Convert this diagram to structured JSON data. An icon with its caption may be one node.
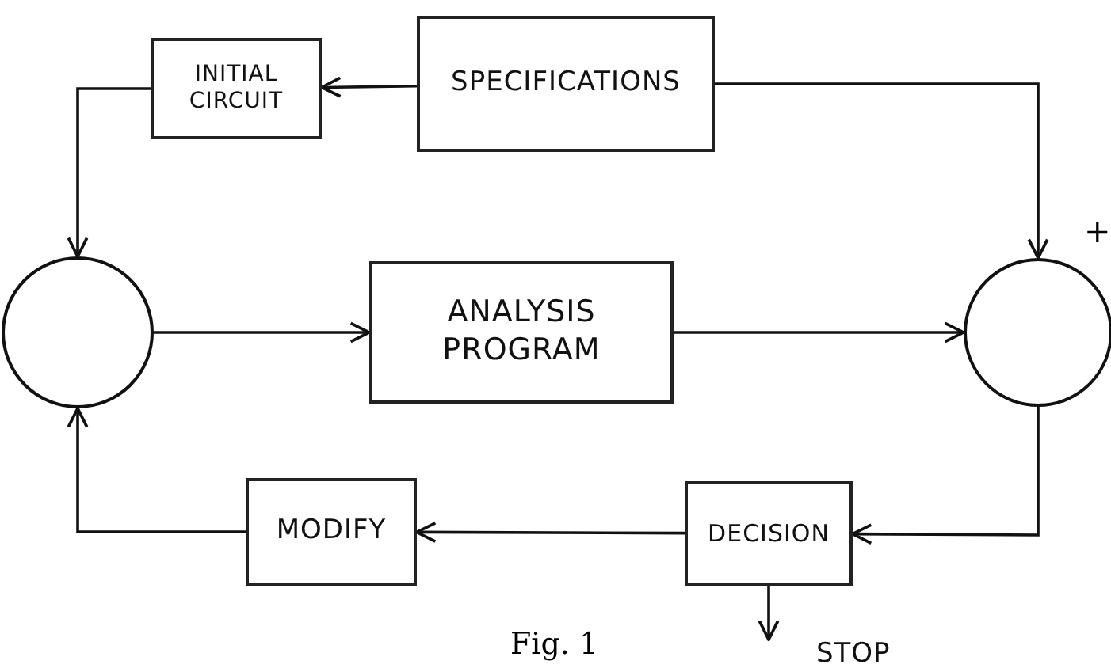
{
  "diagram": {
    "caption": "Fig. 1",
    "nodes": [
      {
        "text": [
          "INITIAL CIRCUIT"
        ]
      },
      {
        "text": [
          "SPECIFICATIONS"
        ]
      },
      {
        "text": [],
        "shape": "circle"
      },
      {
        "text": [
          "ANALYSIS PROGRAM"
        ]
      },
      {
        "text": [],
        "shape": "circle",
        "beside": [
          "+"
        ]
      },
      {
        "text": [
          "MODIFY"
        ]
      },
      {
        "text": [
          "DECISION"
        ]
      },
      {
        "text": [
          "STOP"
        ]
      }
    ],
    "edges": [
      {
        "from": 1,
        "to": 0,
        "arrow": "to"
      },
      {
        "from": 0,
        "to": 2,
        "arrow": "to"
      },
      {
        "from": 1,
        "to": 4,
        "arrow": "to"
      },
      {
        "from": 2,
        "to": 3,
        "arrow": "to"
      },
      {
        "from": 3,
        "to": 4,
        "arrow": "to"
      },
      {
        "from": 4,
        "to": 6,
        "arrow": "to"
      },
      {
        "from": 6,
        "to": 5,
        "arrow": "to"
      },
      {
        "from": 5,
        "to": 2,
        "arrow": "to"
      },
      {
        "from": 6,
        "to": 7,
        "arrow": "to"
      }
    ]
  }
}
